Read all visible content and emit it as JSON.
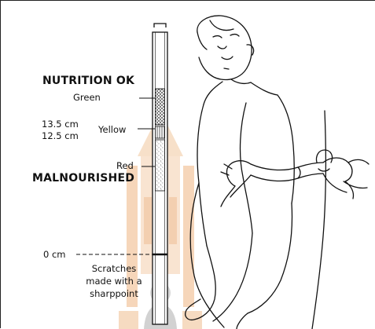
{
  "labels": {
    "nutrition_ok": "NUTRITION OK",
    "green": "Green",
    "measure_high": "13.5 cm",
    "measure_low": "12.5 cm",
    "yellow": "Yellow",
    "red": "Red",
    "malnourished": "MALNOURISHED",
    "zero": "0 cm",
    "scratches_line1": "Scratches",
    "scratches_line2": "made with a",
    "scratches_line3": "sharppoint"
  },
  "colors": {
    "ink": "#111111",
    "watermark": "#f3c9a4",
    "watermark_gray": "#bdbdbd"
  }
}
